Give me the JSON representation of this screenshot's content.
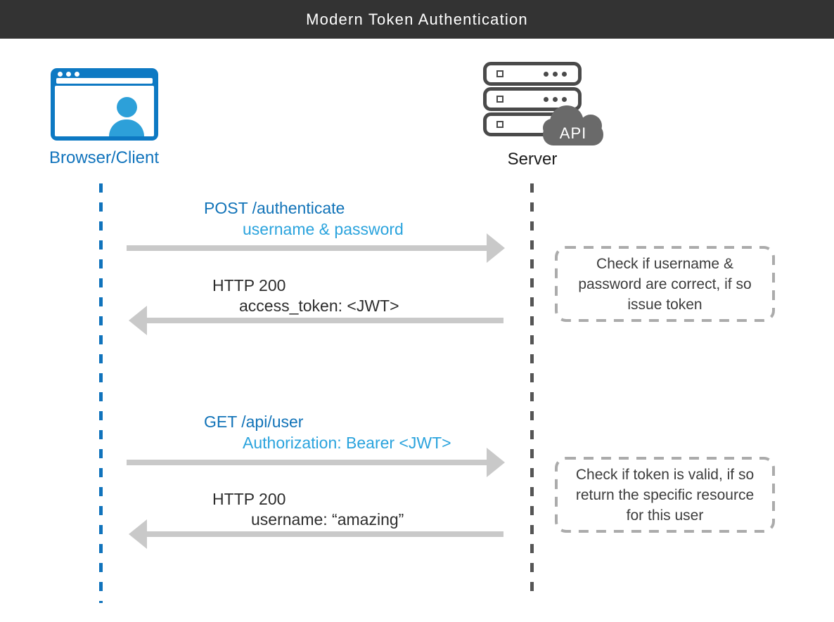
{
  "header": {
    "title": "Modern Token Authentication"
  },
  "actors": {
    "client": {
      "label": "Browser/Client"
    },
    "server": {
      "label": "Server",
      "api_badge": "API"
    }
  },
  "messages": [
    {
      "line1": "POST /authenticate",
      "line2": "username & password",
      "direction": "right",
      "type": "request"
    },
    {
      "line1": "HTTP 200",
      "line2": "access_token: <JWT>",
      "direction": "left",
      "type": "response"
    },
    {
      "line1": "GET /api/user",
      "line2": "Authorization: Bearer <JWT>",
      "direction": "right",
      "type": "request"
    },
    {
      "line1": "HTTP 200",
      "line2": "username: “amazing”",
      "direction": "left",
      "type": "response"
    }
  ],
  "notes": [
    {
      "lines": [
        "Check if username &",
        "password are correct, if so",
        "issue token"
      ]
    },
    {
      "lines": [
        "Check if token is valid, if so",
        "return the specific resource",
        "for this user"
      ]
    }
  ],
  "colors": {
    "header_bg": "#333333",
    "accent_dark_blue": "#1073bc",
    "accent_light_blue": "#2da0d9",
    "arrow_gray": "#c9c9c9",
    "server_stroke": "#4a4a4a",
    "cloud_gray": "#6a6a6a",
    "note_border": "#ababab"
  }
}
